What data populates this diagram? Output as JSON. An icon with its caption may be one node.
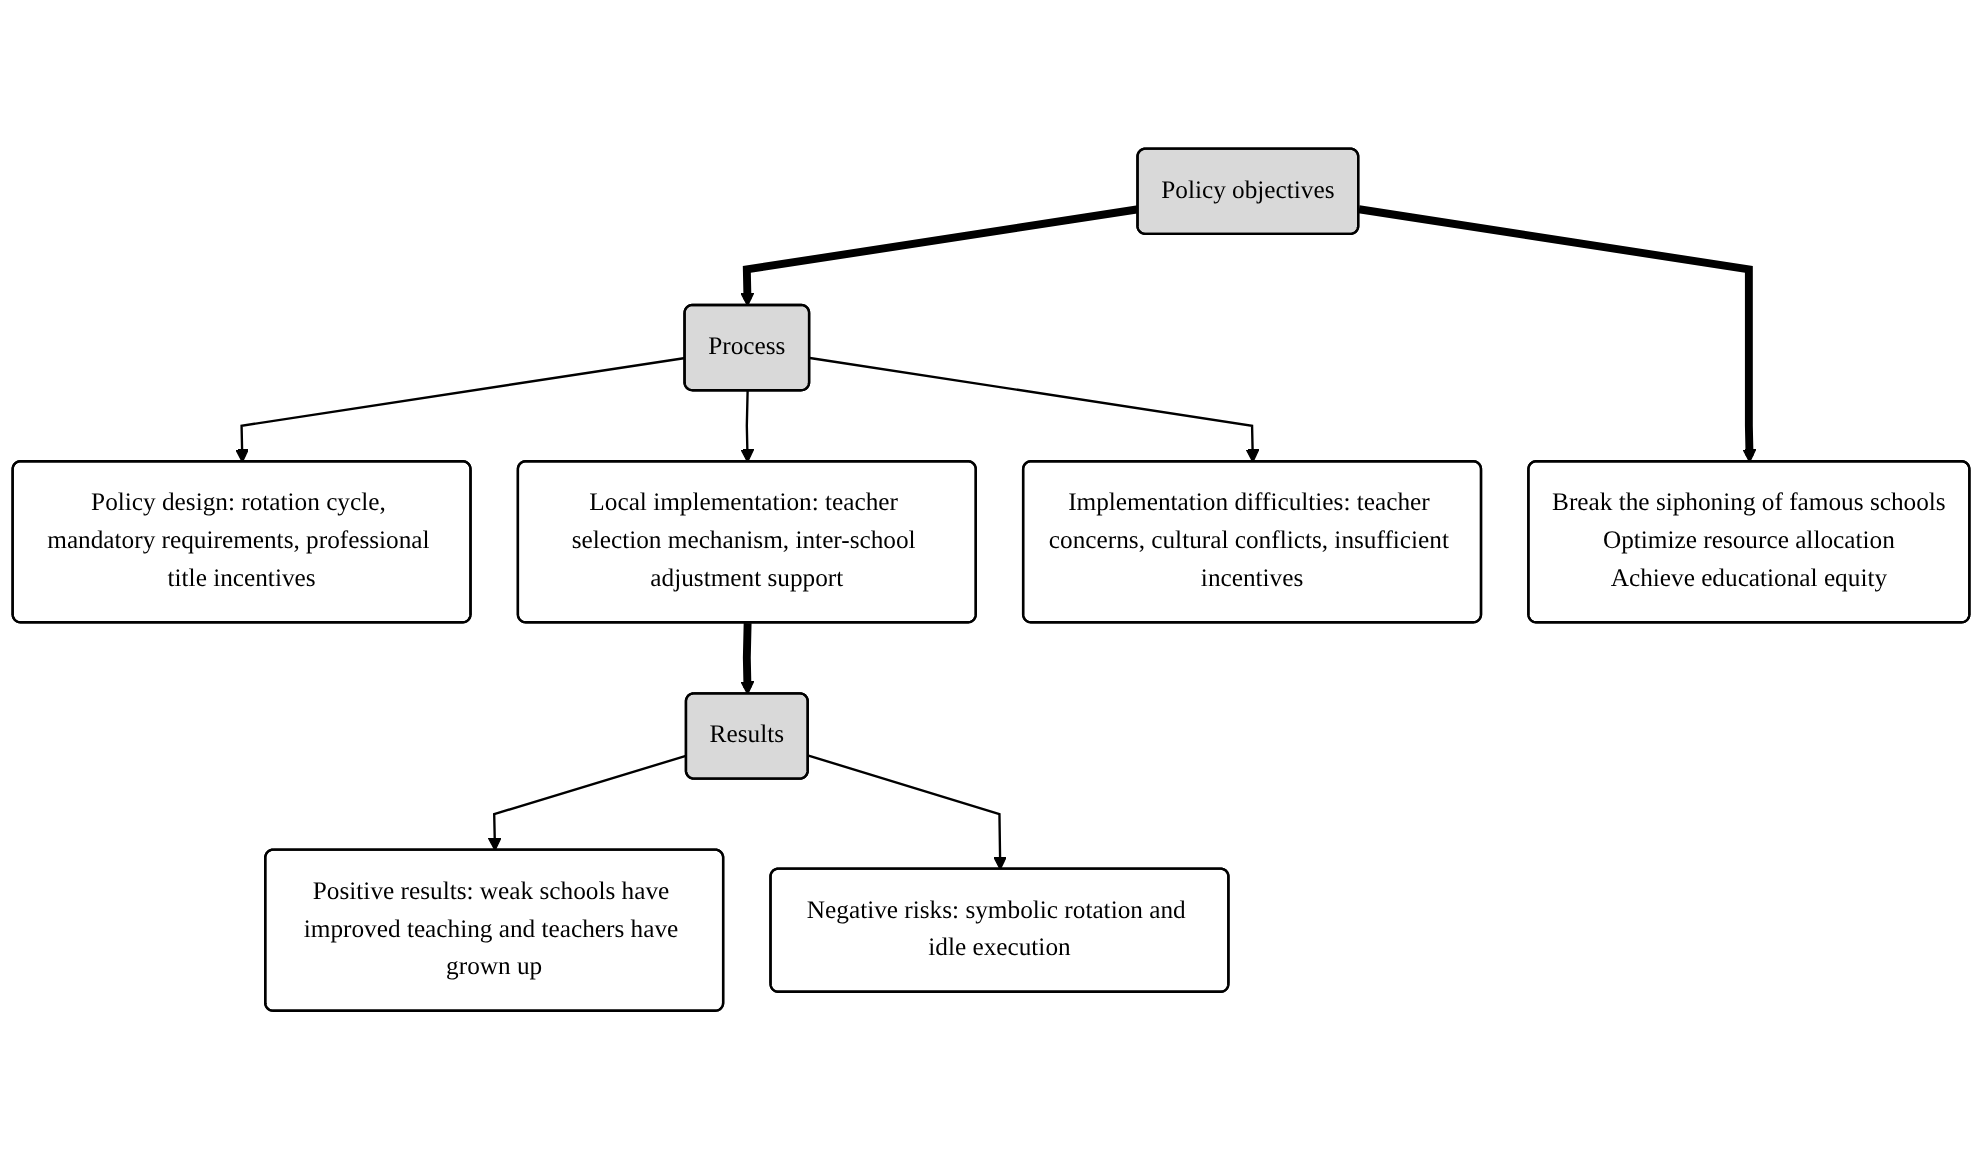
{
  "diagram": {
    "nodes": [
      {
        "text": [
          "Policy objectives"
        ]
      },
      {
        "text": [
          "Break the siphoning of famous schools",
          "Optimize resource allocation",
          "Achieve educational equity"
        ]
      },
      {
        "text": [
          "Process"
        ]
      },
      {
        "text": [
          "Policy design: rotation cycle, mandatory requirements, professional title incentives"
        ]
      },
      {
        "text": [
          "Local implementation: teacher selection mechanism, inter-school adjustment support"
        ]
      },
      {
        "text": [
          "Implementation difficulties: teacher concerns, cultural conflicts, insufficient incentives"
        ]
      },
      {
        "text": [
          "Results"
        ]
      },
      {
        "text": [
          "Positive results: weak schools have improved teaching and teachers have grown up"
        ]
      },
      {
        "text": [
          "Negative risks: symbolic rotation and idle execution"
        ]
      }
    ],
    "edges": [
      {
        "from": 0,
        "to": 1,
        "arrow": "to",
        "style": "thick"
      },
      {
        "from": 0,
        "to": 2,
        "arrow": "to",
        "style": "thick"
      },
      {
        "from": 2,
        "to": 3,
        "arrow": "to"
      },
      {
        "from": 2,
        "to": 4,
        "arrow": "to"
      },
      {
        "from": 2,
        "to": 5,
        "arrow": "to"
      },
      {
        "from": 4,
        "to": 6,
        "arrow": "to",
        "style": "thick"
      },
      {
        "from": 6,
        "to": 7,
        "arrow": "to"
      },
      {
        "from": 6,
        "to": 8,
        "arrow": "to"
      }
    ]
  }
}
